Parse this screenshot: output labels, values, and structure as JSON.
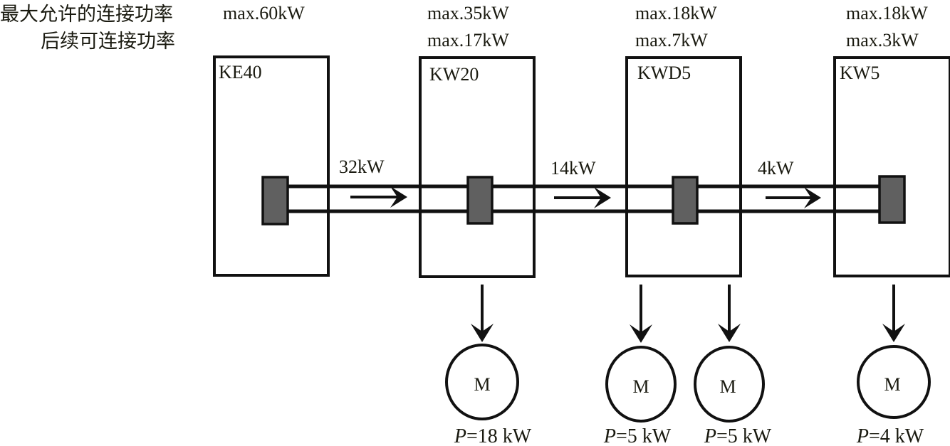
{
  "legend": {
    "row1_label": "最大允许的连接功率",
    "row2_label": "后续可连接功率",
    "ke40_max": "max.60kW"
  },
  "modules": [
    {
      "name": "KE40",
      "max_allowed": "max.60kW",
      "remaining": ""
    },
    {
      "name": "KW20",
      "max_allowed": "max.35kW",
      "remaining": "max.17kW"
    },
    {
      "name": "KWD5",
      "max_allowed": "max.18kW",
      "remaining": "max.7kW"
    },
    {
      "name": "KW5",
      "max_allowed": "max.18kW",
      "remaining": "max.3kW"
    }
  ],
  "flows": [
    {
      "from": "KE40",
      "to": "KW20",
      "label": "32kW"
    },
    {
      "from": "KW20",
      "to": "KWD5",
      "label": "14kW"
    },
    {
      "from": "KWD5",
      "to": "KW5",
      "label": "4kW"
    }
  ],
  "motors": [
    {
      "module": "KW20",
      "symbol": "M",
      "p_var": "P",
      "p_value": "=18 kW"
    },
    {
      "module": "KWD5",
      "symbol": "M",
      "p_var": "P",
      "p_value": "=5 kW"
    },
    {
      "module": "KWD5",
      "symbol": "M",
      "p_var": "P",
      "p_value": "=5 kW"
    },
    {
      "module": "KW5",
      "symbol": "M",
      "p_var": "P",
      "p_value": "=4 kW"
    }
  ]
}
